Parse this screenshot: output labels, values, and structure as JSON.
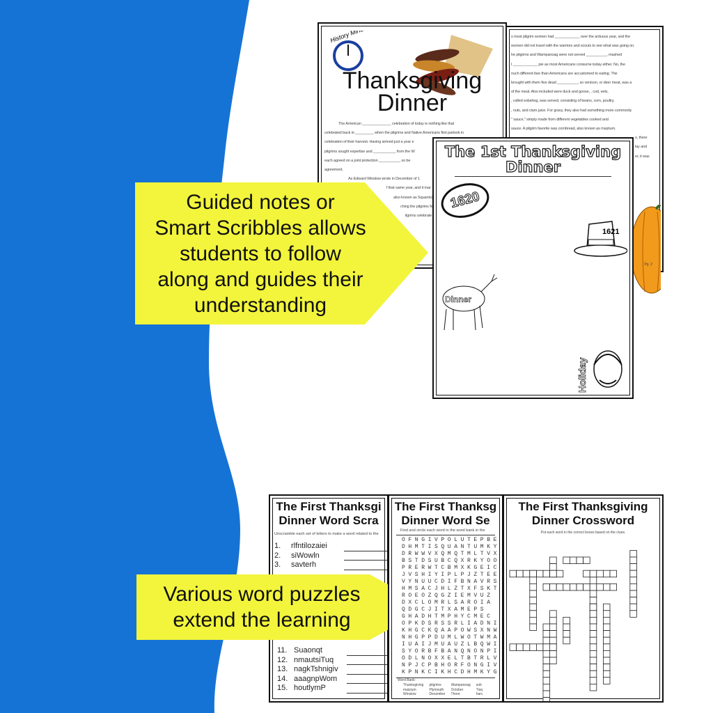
{
  "colors": {
    "blue": "#1673d6",
    "yellow": "#f2f53c"
  },
  "callouts": [
    {
      "lines": [
        "Guided notes or",
        "Smart Scribbles allows",
        "students to follow",
        "along and guides their",
        "understanding"
      ]
    },
    {
      "lines": [
        "Various word puzzles",
        "extend the learning"
      ]
    }
  ],
  "notes_sheet": {
    "logo": "History Minute",
    "title_lines": [
      "Thanksgiving",
      "Dinner"
    ],
    "body": [
      "The American ______________ celebration of today is nothing like that",
      "celebrated back in _________ when the pilgrims and Native Americans first partook in",
      "celebration of their harvest.  Having arrived just a year e",
      "pilgrims sought expertise and ___________ from the W",
      "each agreed on a joint protection __________, so be",
      "agreement.",
      "As Edward Winslow wrote in December of 1",
      "f that same year,  and it mar",
      "also known as Squanto). I",
      "ching the pilgrims fert",
      "ilgrims celebrate"
    ]
  },
  "notes_page2": {
    "body": [
      "s most pilgrim women had ____________ over the arduous year, and the",
      "women did not travel with the warriors and scouts to see what was going on.",
      "he pilgrims and Wampanoag were not served __________, mashed",
      "l ____________ pie as most Americans consume today either.  No, the",
      "nuch different fare than Americans are accustomed to eating.  The",
      "brought with them five dead __________, so venison, or deer meat, was a",
      "of the meal.  Also included were duck and goose,               , cod, eels,",
      "              , called sobahog, was served, consisting of beans, corn, poultry,",
      ", nuts, and clam juice.  For gravy, they also had something more commonly",
      "\"            sauce,\" simply made from different vegetables cooked and",
      "sauce.  A pilgrim favorite was cornbread, also known as maizium.",
      "x, there",
      "",
      "lay and",
      "",
      "er, it was"
    ],
    "page_number": "Pg. 2"
  },
  "scribble_sheet": {
    "title_lines": [
      "The 1st Thanksgiving",
      "Dinner"
    ],
    "labels": {
      "year1": "1620",
      "year2": "1621",
      "dinner": "Dinner",
      "holiday": "Holiday"
    }
  },
  "scramble": {
    "title_lines": [
      "The First Thanksgi",
      "Dinner Word Scra"
    ],
    "instructions": "Unscramble each set of letters to make a word related to the",
    "items": [
      {
        "n": "1.",
        "w": "rlfntilozaiei"
      },
      {
        "n": "2.",
        "w": "siWowln"
      },
      {
        "n": "3.",
        "w": "savterh"
      }
    ],
    "items_bottom": [
      {
        "n": "11.",
        "w": "Suaonqt"
      },
      {
        "n": "12.",
        "w": "nmautsiTuq"
      },
      {
        "n": "13.",
        "w": "nagkTshnigiv"
      },
      {
        "n": "14.",
        "w": "aaagnpWom"
      },
      {
        "n": "15.",
        "w": "houtlymP"
      }
    ]
  },
  "wordsearch": {
    "title_lines": [
      "The First Thanksg",
      "Dinner Word Se"
    ],
    "instructions": "Find and circle each word in the word bank in the",
    "grid": [
      "OFNGIVPOLUTEPBE",
      "DHMTISQUANTUMKY",
      "DRWWVXQMQTMLTVX",
      "BSTDSUBCQXRKYOO",
      "PRERWTCBMXKGEIC",
      "JVSHIYIPLPJZTEE",
      "VYNUUCDIFBNAVRS",
      "HMSACJHLZTXFSKT",
      "ROEOZQGZIEMVUZ",
      "DXCLOMRLSAROIA",
      "QDGCJITXAMEPS",
      "GHADHTMPHYCMEC",
      "OPKDSRSSRLIADNI",
      "KHGCKQAAPOWSXNW",
      "NHGPPDUMLWOTWMA",
      "IUAIJMUAUZLBQWI",
      "SYORBFBANQNONPI",
      "ODLNOXXELTBTRLV",
      "NPJCPBHORFONGIV",
      "KPNKCIKHCDHMKYG"
    ],
    "bank_label": "Word Bank:",
    "bank": [
      [
        "Thanksgiving",
        "maizium",
        "Winslow"
      ],
      [
        "pilgrims",
        "Plymouth",
        "December"
      ],
      [
        "Wampanoag",
        "October",
        "Three"
      ],
      [
        "sob",
        "Tisq",
        "harv"
      ]
    ]
  },
  "crossword": {
    "title_lines": [
      "The First Thanksgiving",
      "Dinner Crossword"
    ],
    "instructions": "Put each word in the correct boxes based on the clues."
  }
}
